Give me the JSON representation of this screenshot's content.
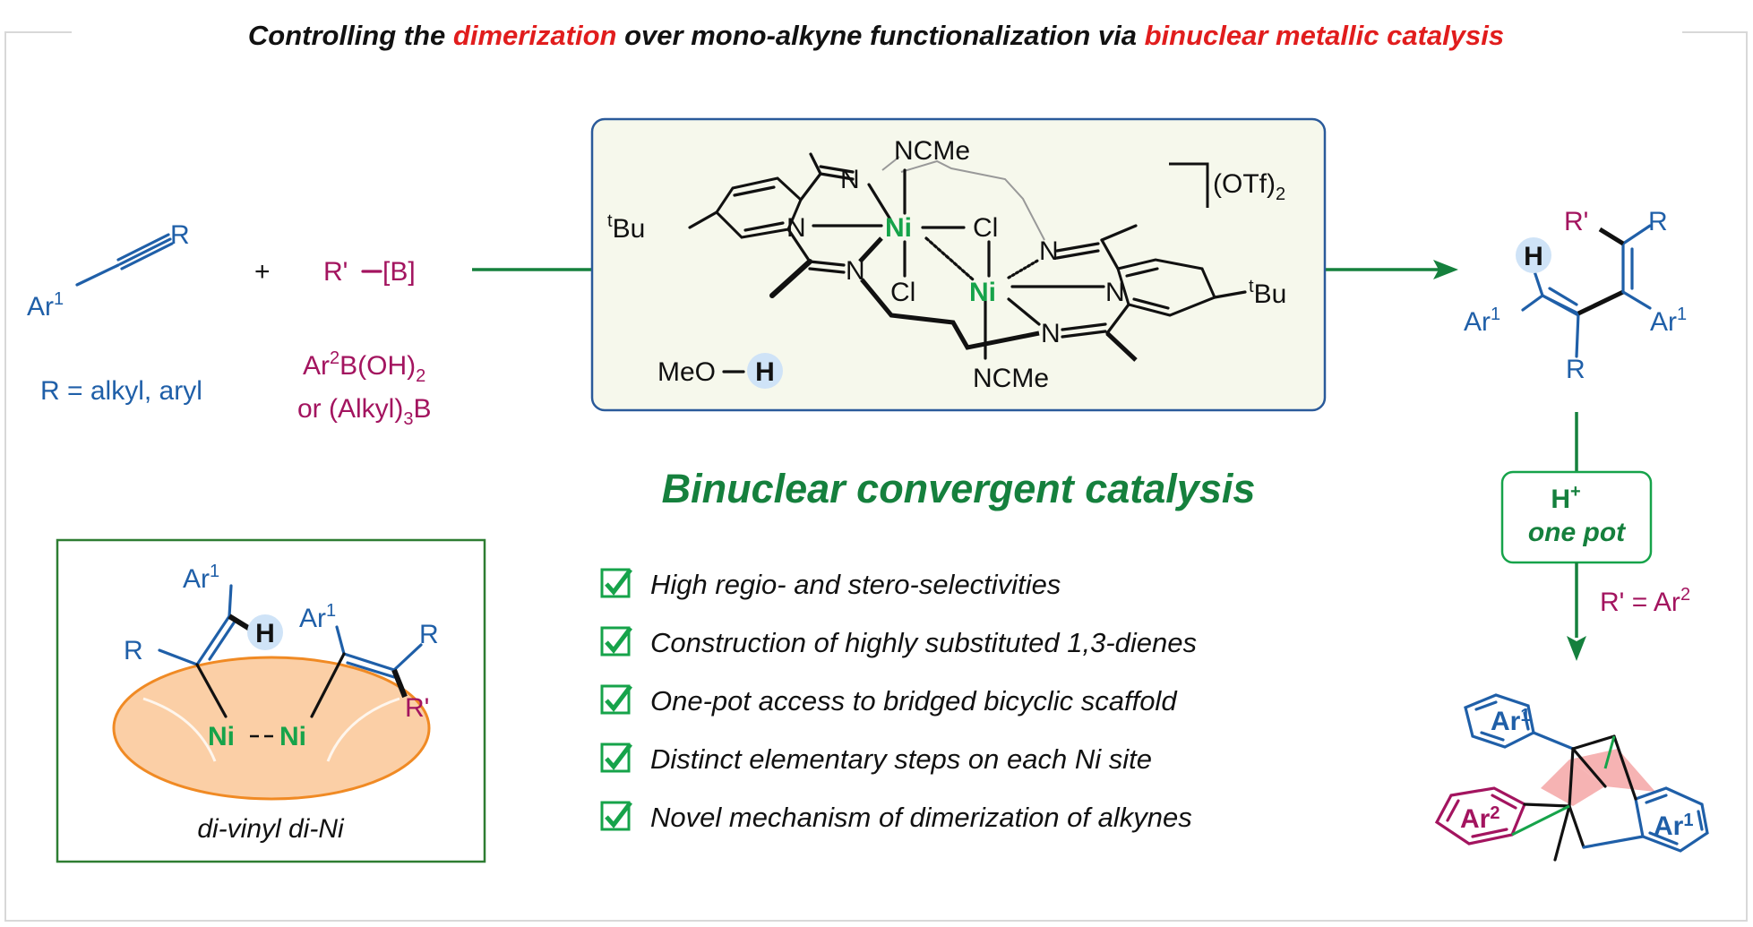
{
  "header": {
    "prefix": "Controlling the ",
    "highlight1": "dimerization",
    "middle": " over mono-alkyne functionalization via ",
    "highlight2": "binuclear metallic catalysis",
    "highlight_color": "#e11d1d"
  },
  "reactants": {
    "alkyne_r": "R",
    "alkyne_ar": "Ar",
    "alkyne_ar_sup": "1",
    "r_definition": "R = alkyl, aryl",
    "plus": "+",
    "boron": "R'",
    "boron_group": "[B]",
    "boron_option1_a": "Ar",
    "boron_option1_sup": "2",
    "boron_option1_b": "B(OH)",
    "boron_option1_sub": "2",
    "boron_option2_a": "or (Alkyl)",
    "boron_option2_sub": "3",
    "boron_option2_b": "B"
  },
  "catalyst": {
    "ligand_top": "NCMe",
    "ligand_bottom": "NCMe",
    "tbu_left": "Bu",
    "tbu_right": "Bu",
    "tbu_sup": "t",
    "ni": "Ni",
    "cl": "Cl",
    "n": "N",
    "counterion": "(OTf)",
    "counterion_sub": "2",
    "solvent": "MeO",
    "solvent_h": "H"
  },
  "product": {
    "r_prime": "R'",
    "r": "R",
    "h": "H",
    "ar": "Ar",
    "ar_sup": "1"
  },
  "one_pot_box": {
    "h": "H",
    "h_sup": "+",
    "label": "one pot",
    "condition": "R' = Ar",
    "condition_sup": "2"
  },
  "bicyclic": {
    "ar1": "Ar",
    "ar1_sup": "1",
    "ar2": "Ar",
    "ar2_sup": "2"
  },
  "convergent": {
    "title": "Binuclear convergent catalysis",
    "features": [
      "High regio- and stero-selectivities",
      "Construction of highly substituted 1,3-dienes",
      "One-pot access to bridged bicyclic scaffold",
      "Distinct elementary steps on each Ni site",
      "Novel mechanism of dimerization of alkynes"
    ]
  },
  "intermediate": {
    "caption": "di-vinyl di-Ni",
    "ni": "Ni",
    "ar": "Ar",
    "ar_sup": "1",
    "r": "R",
    "h": "H",
    "r_prime": "R'"
  },
  "colors": {
    "blue": "#1f5fa8",
    "magenta": "#a3145f",
    "green": "#16a34a",
    "dark_green": "#15803d",
    "red": "#e11d1d",
    "orange_fill": "#f9c79a",
    "pink_fill": "#f6b3b3"
  }
}
